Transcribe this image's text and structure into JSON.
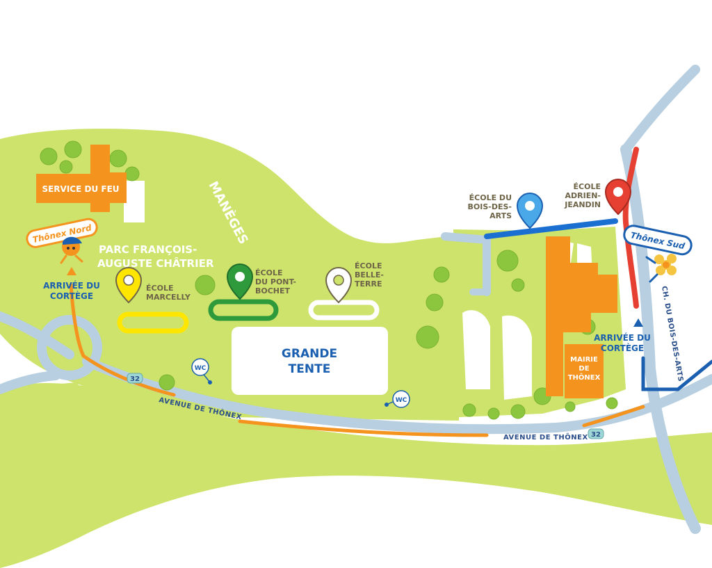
{
  "colors": {
    "grass": "#cde36b",
    "road": "#b7cfe0",
    "route": "#f4931e",
    "tree": "#8cc63f",
    "building": "#f4931e",
    "arrivee": "#1a5fb0",
    "marcelly": "#ffe600",
    "pont_bochet": "#2e9a3c",
    "belle_terre": "#ffffff",
    "bois_des_arts": "#1a6fd0",
    "adrien_jeandin": "#e64032"
  },
  "places": {
    "service_du_feu": "SERVICE DU FEU",
    "parc_line1": "PARC FRANÇOIS-",
    "parc_line2": "AUGUSTE CHÂTRIER",
    "maneges": "MANÈGES",
    "grande_tente_line1": "GRANDE",
    "grande_tente_line2": "TENTE",
    "mairie_line1": "MAIRIE",
    "mairie_line2": "DE",
    "mairie_line3": "THÔNEX",
    "wc1": "WC",
    "wc2": "WC"
  },
  "schools": {
    "marcelly_line1": "ÉCOLE",
    "marcelly_line2": "MARCELLY",
    "pont_bochet_line1": "ÉCOLE",
    "pont_bochet_line2": "DU PONT-",
    "pont_bochet_line3": "BOCHET",
    "belle_terre_line1": "ÉCOLE",
    "belle_terre_line2": "BELLE-",
    "belle_terre_line3": "TERRE",
    "bois_des_arts_line1": "ÉCOLE DU",
    "bois_des_arts_line2": "BOIS-DES-",
    "bois_des_arts_line3": "ARTS",
    "adrien_jeandin_line1": "ÉCOLE",
    "adrien_jeandin_line2": "ADRIEN-",
    "adrien_jeandin_line3": "JEANDIN"
  },
  "arrivals": {
    "nord_sign": "Thônex Nord",
    "sud_sign": "Thônex Sud",
    "nord_line1": "ARRIVÉE DU",
    "nord_line2": "CORTÈGE",
    "sud_line1": "ARRIVÉE DU",
    "sud_line2": "CORTÈGE"
  },
  "roads": {
    "avenue_1": "AVENUE DE THÔNEX",
    "avenue_2": "AVENUE DE THÔNEX",
    "chemin": "CH. DU BOIS-DES-ARTS",
    "route_num_1": "32",
    "route_num_2": "32"
  },
  "icons": [
    "map-pin-icon",
    "tree-icon",
    "wc-icon",
    "mascot-icon",
    "arrow-up-icon"
  ]
}
